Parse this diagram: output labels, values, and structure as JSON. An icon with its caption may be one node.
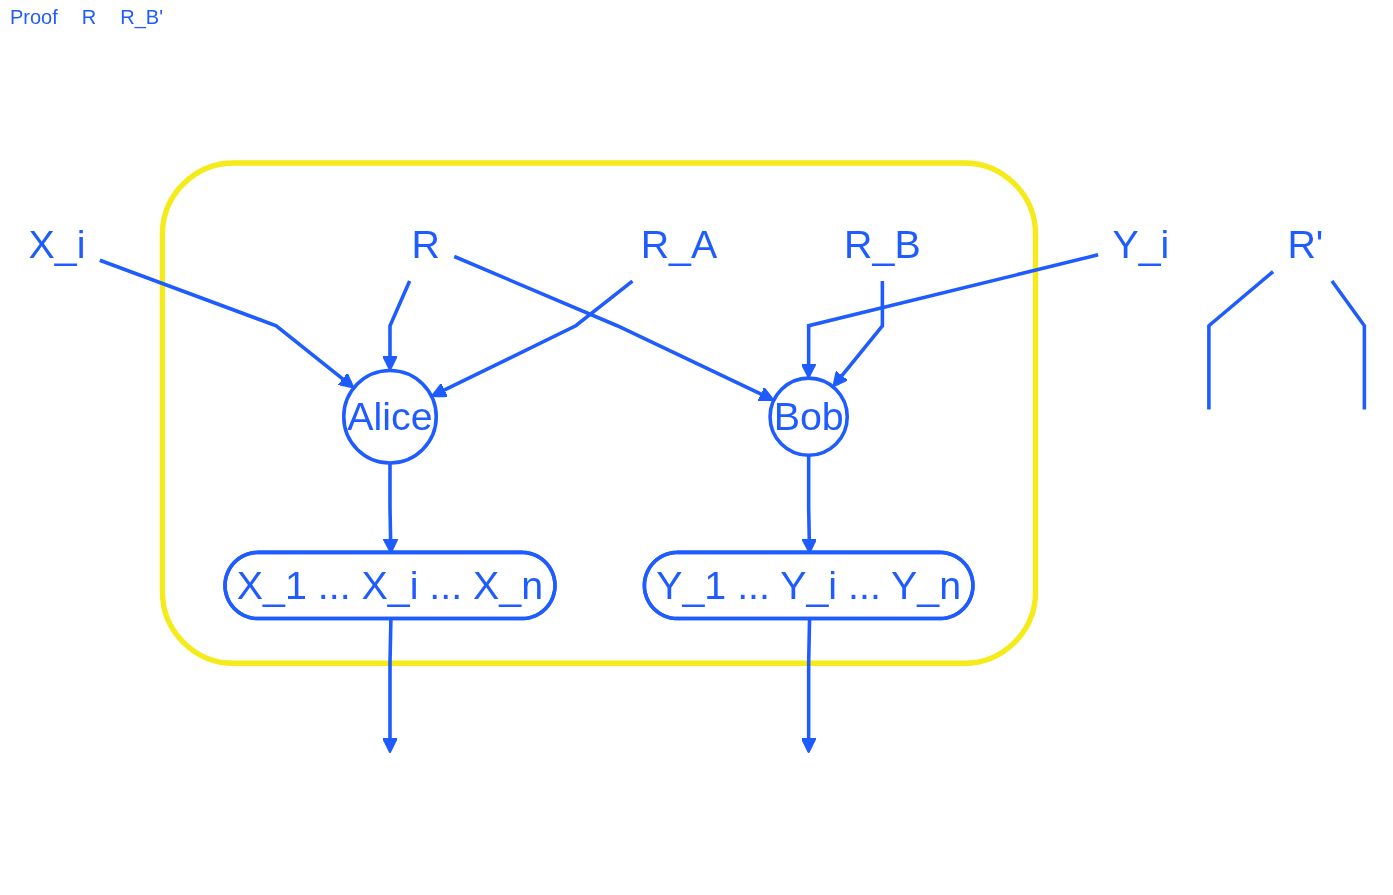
{
  "diagram": {
    "nodes": [
      {
        "text": [],
        "shape": "cloud"
      },
      {
        "text": [
          "X_i"
        ]
      },
      {
        "text": [
          "R"
        ],
        "in": 0
      },
      {
        "text": [
          "Y_i"
        ]
      },
      {
        "text": [
          "R_A"
        ],
        "in": 0
      },
      {
        "text": [
          "Alice"
        ],
        "in": 0
      },
      {
        "text": [
          "Bob"
        ],
        "in": 0
      },
      {
        "text": [
          "R_B"
        ],
        "in": 0
      },
      {
        "text": [
          "X_1 ... X_i ... X_n"
        ],
        "in": 0
      },
      {
        "text": [
          "Y_1 ... Y_i ... Y_n"
        ],
        "in": 0
      },
      {
        "text": [
          "R'"
        ]
      }
    ],
    "edges": [
      {
        "from": 1,
        "to": 5,
        "arrow": "to"
      },
      {
        "from": 2,
        "to": 5,
        "arrow": "to"
      },
      {
        "from": 2,
        "to": 6,
        "arrow": "to"
      },
      {
        "from": 3,
        "to": 6,
        "arrow": "to"
      },
      {
        "from": 4,
        "to": 5,
        "arrow": "to"
      },
      {
        "from": 7,
        "to": 6,
        "arrow": "to"
      },
      {
        "from": 5,
        "to": 8,
        "arrow": "to"
      },
      {
        "from": 6,
        "to": 9,
        "arrow": "to"
      },
      {
        "from": 8,
        "to": null,
        "arrow": "to"
      },
      {
        "from": 10,
        "to": null,
        "arrow": "none"
      },
      {
        "from": 10,
        "to": null,
        "arrow": "none"
      },
      {
        "from": 9,
        "to": null,
        "arrow": "to"
      }
    ],
    "labels": [
      "Proof",
      "R",
      "R_B'"
    ]
  }
}
